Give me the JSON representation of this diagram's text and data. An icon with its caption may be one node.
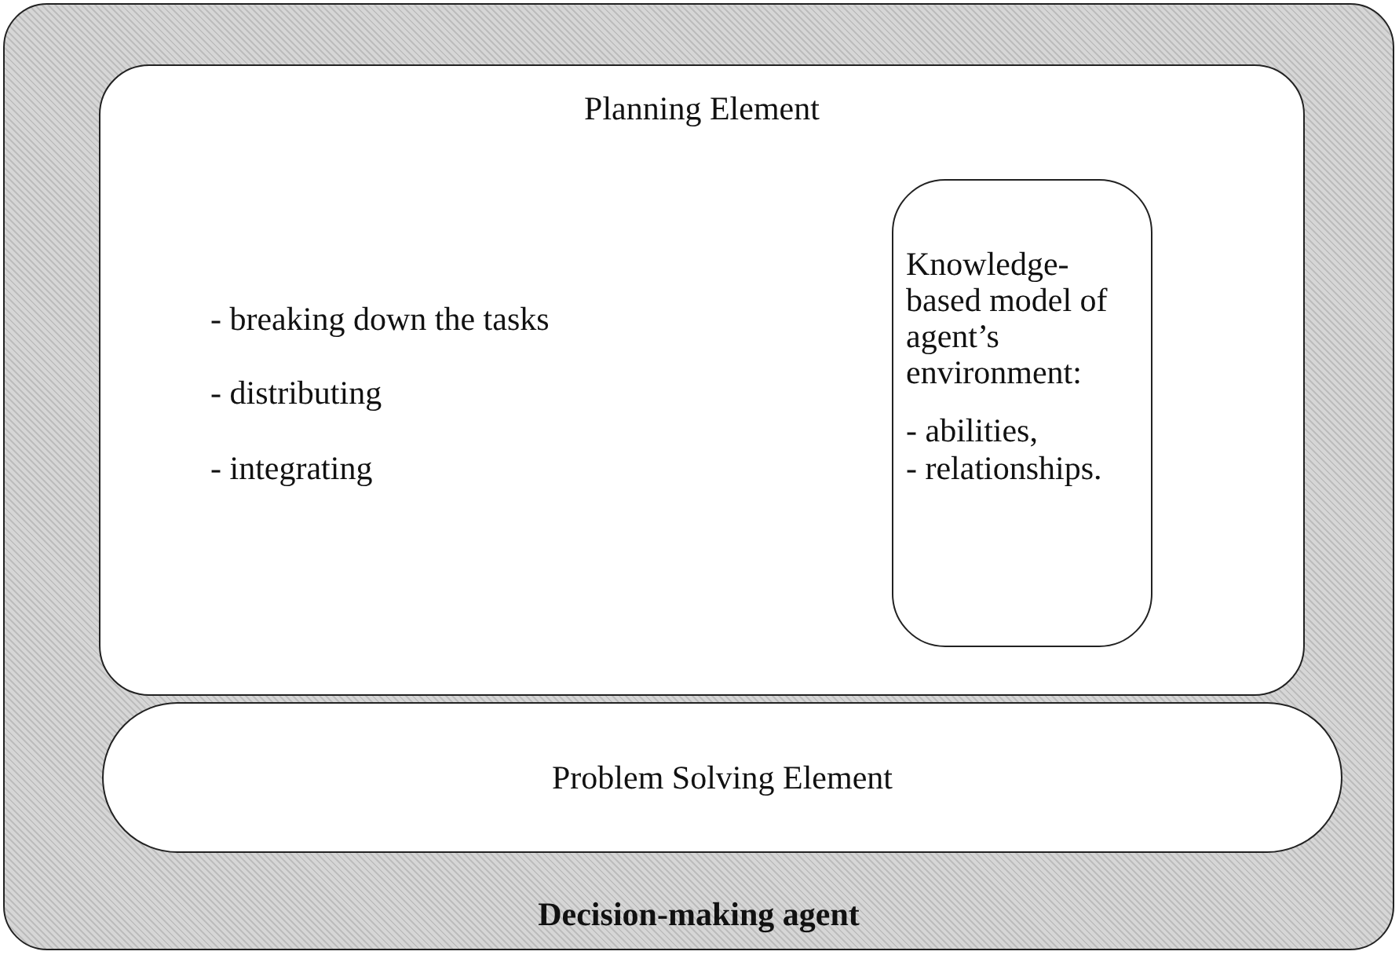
{
  "diagram": {
    "nodes": [
      {
        "text": [
          "Decision-making agent"
        ]
      },
      {
        "text": [
          "Planning Element",
          "- breaking down the tasks",
          "- distributing",
          "- integrating"
        ],
        "in": 0
      },
      {
        "text": [
          "Knowledge-based model of agent’s environment:",
          "- abilities,",
          "- relationships."
        ],
        "in": 1
      },
      {
        "text": [
          "Problem Solving Element"
        ],
        "in": 0
      }
    ]
  }
}
